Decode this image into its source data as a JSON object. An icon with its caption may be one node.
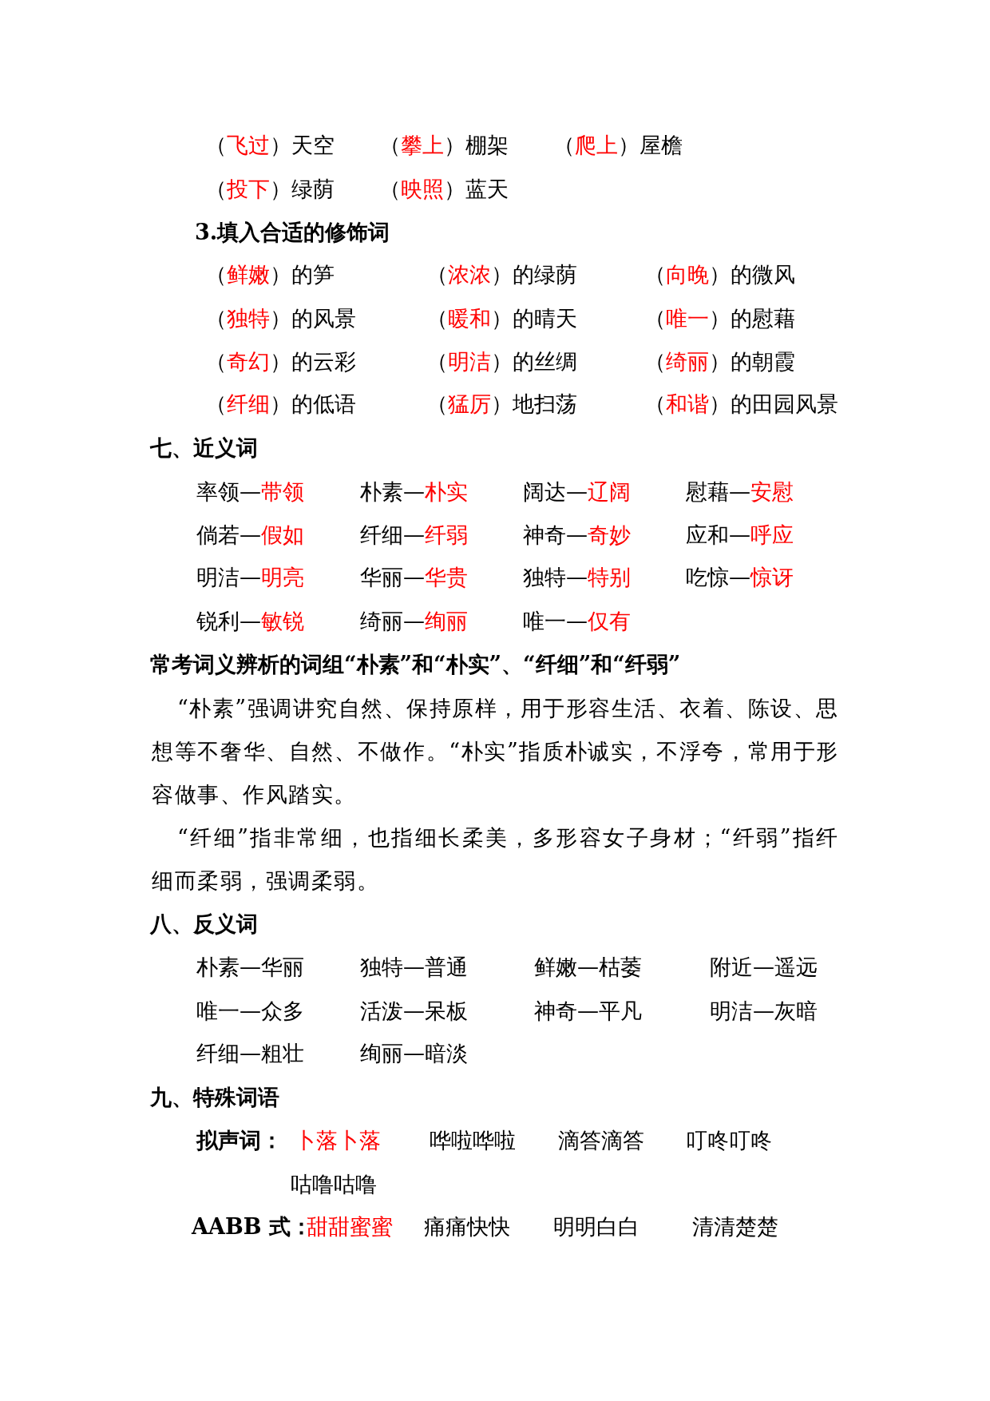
{
  "diagram": {
    "labels": [
      "（飞过）天空",
      "（攀上）棚架",
      "（爬上）屋檐",
      "（投下）绿荫",
      "（映照）蓝天",
      "3.填入合适的修饰词",
      "（鲜嫩）的笋",
      "（浓浓）的绿荫",
      "（向晚）的微风",
      "（独特）的风景",
      "（暖和）的晴天",
      "（唯一）的慰藉",
      "（奇幻）的云彩",
      "（明洁）的丝绸",
      "（绮丽）的朝霞",
      "（纤细）的低语",
      "（猛厉）地扫荡",
      "（和谐）的田园风景",
      "七、近义词",
      "率领—带领",
      "朴素—朴实",
      "阔达—辽阔",
      "慰藉—安慰",
      "倘若—假如",
      "纤细—纤弱",
      "神奇—奇妙",
      "应和—呼应",
      "明洁—明亮",
      "华丽—华贵",
      "独特—特别",
      "吃惊—惊讶",
      "锐利—敏锐",
      "绮丽—绚丽",
      "唯一—仅有",
      "常考词义辨析的词组“朴素”和“朴实”、“纤细”和“纤弱”",
      "“朴素”强调讲究自然、保持原样，用于形容生活、衣着、陈设、思想等不奢华、自然、不做作。“朴实”指质朴诚实，不浮夸，常用于形容做事、作风踏实。",
      "“纤细”指非常细，也指细长柔美，多形容女子身材；“纤弱”指纤细而柔弱，强调柔弱。",
      "八、反义词",
      "朴素—华丽",
      "独特—普通",
      "鲜嫩—枯萎",
      "附近—遥远",
      "唯一—众多",
      "活泼—呆板",
      "神奇—平凡",
      "明洁—灰暗",
      "纤细—粗壮",
      "绚丽—暗淡",
      "九、特殊词语",
      "拟声词：",
      "卜落卜落",
      "哗啦哗啦",
      "滴答滴答",
      "叮咚叮咚",
      "咕噜咕噜",
      "AABB 式：",
      "甜甜蜜蜜",
      "痛痛快快",
      "明明白白",
      "清清楚楚"
    ]
  }
}
